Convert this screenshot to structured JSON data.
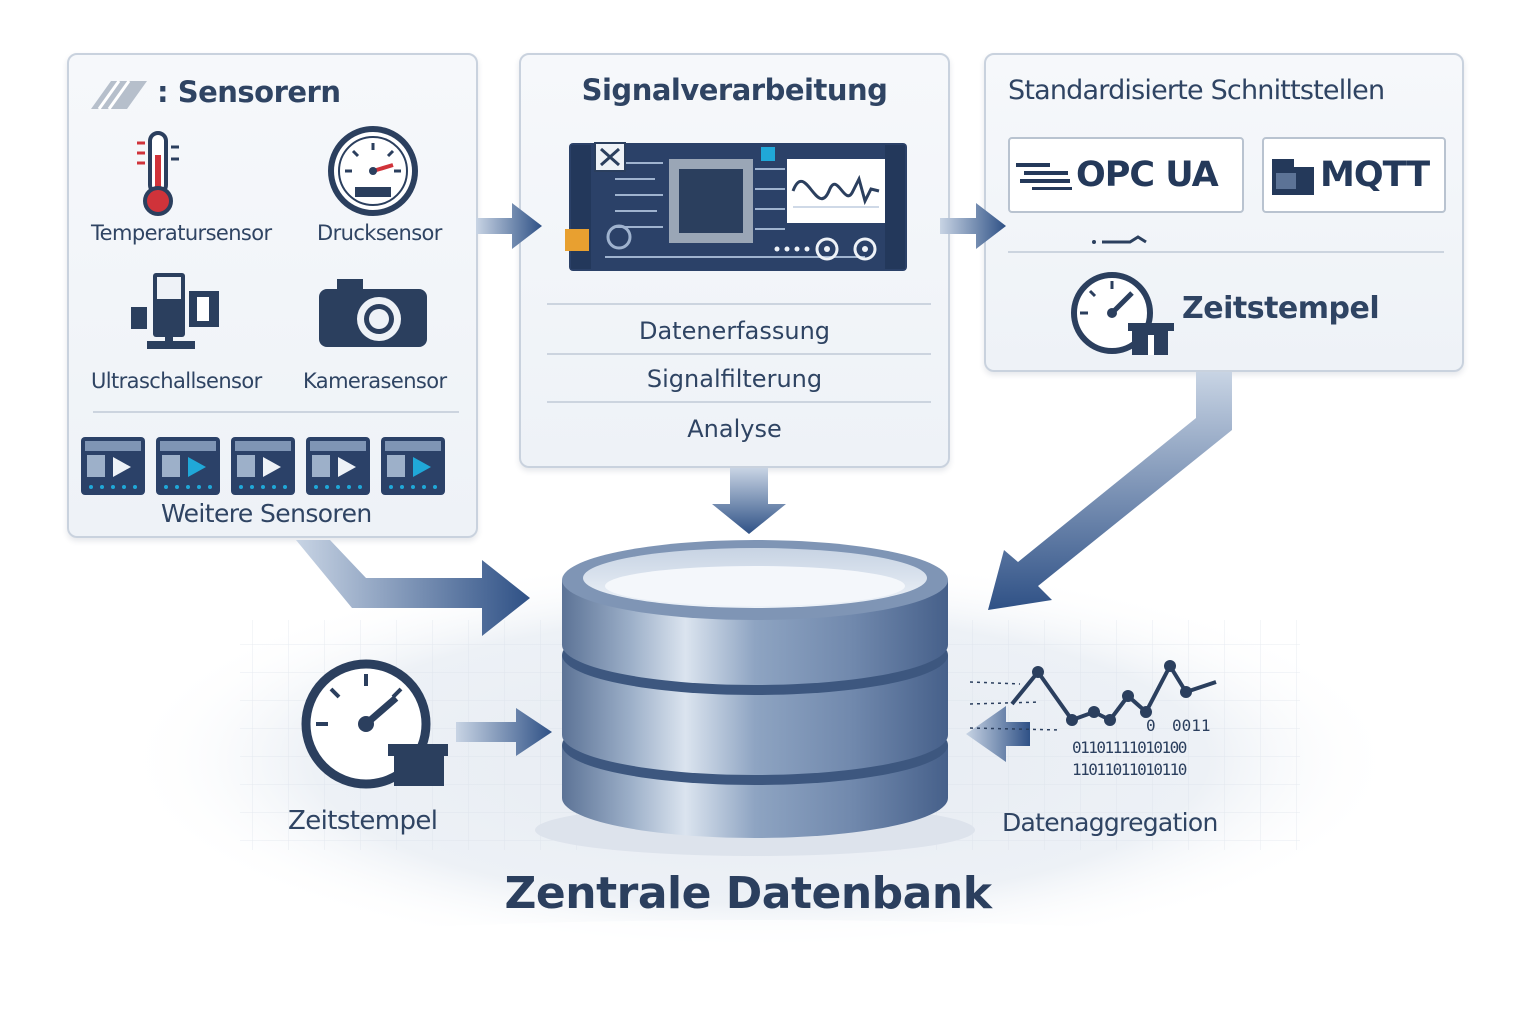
{
  "sensors": {
    "title": ": Sensorern",
    "items": [
      "Temperatursensor",
      "Drucksensor",
      "Ultraschallsensor",
      "Kamerasensor"
    ],
    "more_label": "Weitere Sensoren"
  },
  "signal": {
    "title": "Signalverarbeitung",
    "steps": [
      "Datenerfassung",
      "Signalfilterung",
      "Analyse"
    ]
  },
  "interfaces": {
    "title": "Standardisierte Schnittstellen",
    "protocols": [
      "OPC UA",
      "MQTT"
    ],
    "timestamp_label": "Zeitstempel"
  },
  "database": {
    "title": "Zentrale Datenbank",
    "left_label": "Zeitstempel",
    "right_label": "Datenaggregation",
    "binary_lines": [
      "0011",
      "01101111010100",
      "11011011010110"
    ],
    "binary_prefix": "0"
  },
  "colors": {
    "primary": "#2b3f5e",
    "arrow": "#3a5a8c",
    "accent_red": "#d0333a",
    "accent_cyan": "#20a8d8",
    "accent_orange": "#e8a030"
  }
}
